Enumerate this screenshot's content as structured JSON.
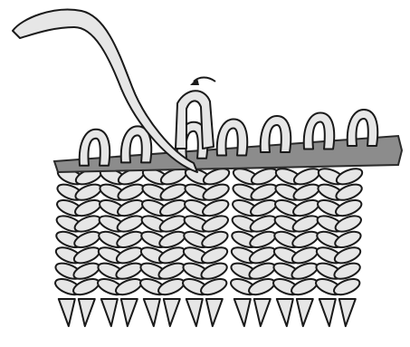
{
  "figure": {
    "subject": "knitting-swatch-on-needle",
    "colors": {
      "yarn": "#e6e6e6",
      "needle": "#8c8c8c",
      "outline": "#1a1a1a",
      "background": "#ffffff"
    },
    "columns": 7,
    "fabric_rows": 8,
    "live_loops_on_needle": 7,
    "arrow_icon": "curved-arrow-left"
  }
}
